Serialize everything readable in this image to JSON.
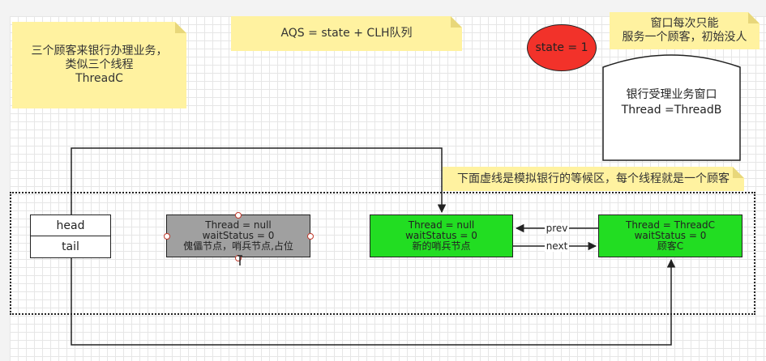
{
  "notes": {
    "customers": [
      "三个顾客来银行办理业务，",
      "类似三个线程",
      "ThreadC"
    ],
    "aqs": "AQS = state + CLH队列",
    "window_tip": [
      "窗口每次只能",
      "服务一个顾客，初始没人"
    ],
    "wait_area": "下面虚线是模拟银行的等候区，每个线程就是一个顾客"
  },
  "state_oval": "state = 1",
  "service_window": [
    "银行受理业务窗口",
    "Thread =ThreadB"
  ],
  "head_tail": {
    "head": "head",
    "tail": "tail"
  },
  "nodes": {
    "dummy": [
      "Thread = null",
      "waitStatus = 0",
      "傀儡节点，哨兵节点,占位"
    ],
    "sentinel": [
      "Thread = null",
      "waitStatus = 0",
      "新的哨兵节点"
    ],
    "threadC": [
      "Thread = ThreadC",
      "waitStatus = 0",
      "顾客C"
    ]
  },
  "edges": {
    "prev": "prev",
    "next": "next"
  },
  "colors": {
    "note_yellow": "#fff2a0",
    "node_green": "#22dd22",
    "node_gray": "#a0a0a0",
    "state_red": "#f2322a"
  }
}
